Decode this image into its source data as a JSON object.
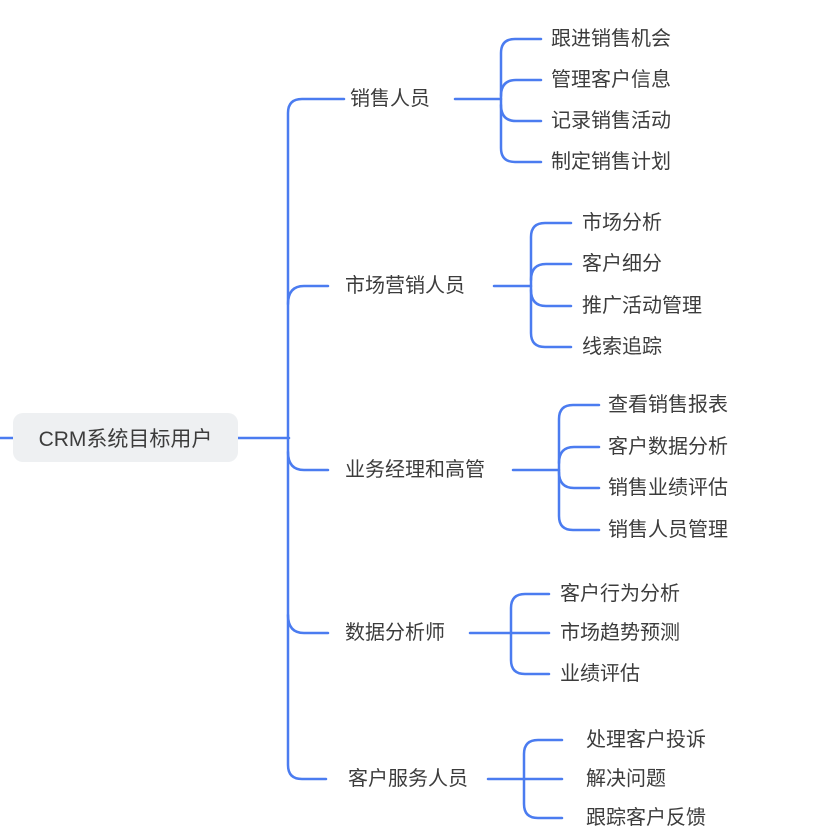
{
  "colors": {
    "line": "#4b7cf0",
    "text": "#3c3c3c",
    "root_bg": "#eef0f2"
  },
  "root": {
    "label": "CRM系统目标用户"
  },
  "branches": [
    {
      "label": "销售人员",
      "children": [
        "跟进销售机会",
        "管理客户信息",
        "记录销售活动",
        "制定销售计划"
      ]
    },
    {
      "label": "市场营销人员",
      "children": [
        "市场分析",
        "客户细分",
        "推广活动管理",
        "线索追踪"
      ]
    },
    {
      "label": "业务经理和高管",
      "children": [
        "查看销售报表",
        "客户数据分析",
        "销售业绩评估",
        "销售人员管理"
      ]
    },
    {
      "label": "数据分析师",
      "children": [
        "客户行为分析",
        "市场趋势预测",
        "业绩评估"
      ]
    },
    {
      "label": "客户服务人员",
      "children": [
        "处理客户投诉",
        "解决问题",
        "跟踪客户反馈"
      ]
    }
  ]
}
